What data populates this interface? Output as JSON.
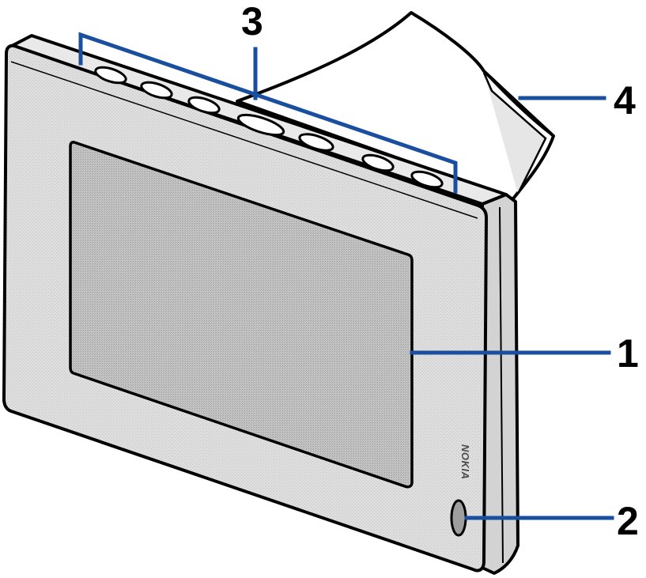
{
  "callouts": {
    "display": "1",
    "light_sensor": "2",
    "top_keys": "3",
    "stand": "4"
  },
  "device": {
    "brand_logo": "NOKIA"
  },
  "colors": {
    "callout_line": "#1a4fa0",
    "outline": "#000000",
    "bezel": "#d9d9d9",
    "screen": "#bdbdbd",
    "side": "#cfcfcf"
  },
  "icons": [
    "sensor-icon",
    "key-icon"
  ]
}
